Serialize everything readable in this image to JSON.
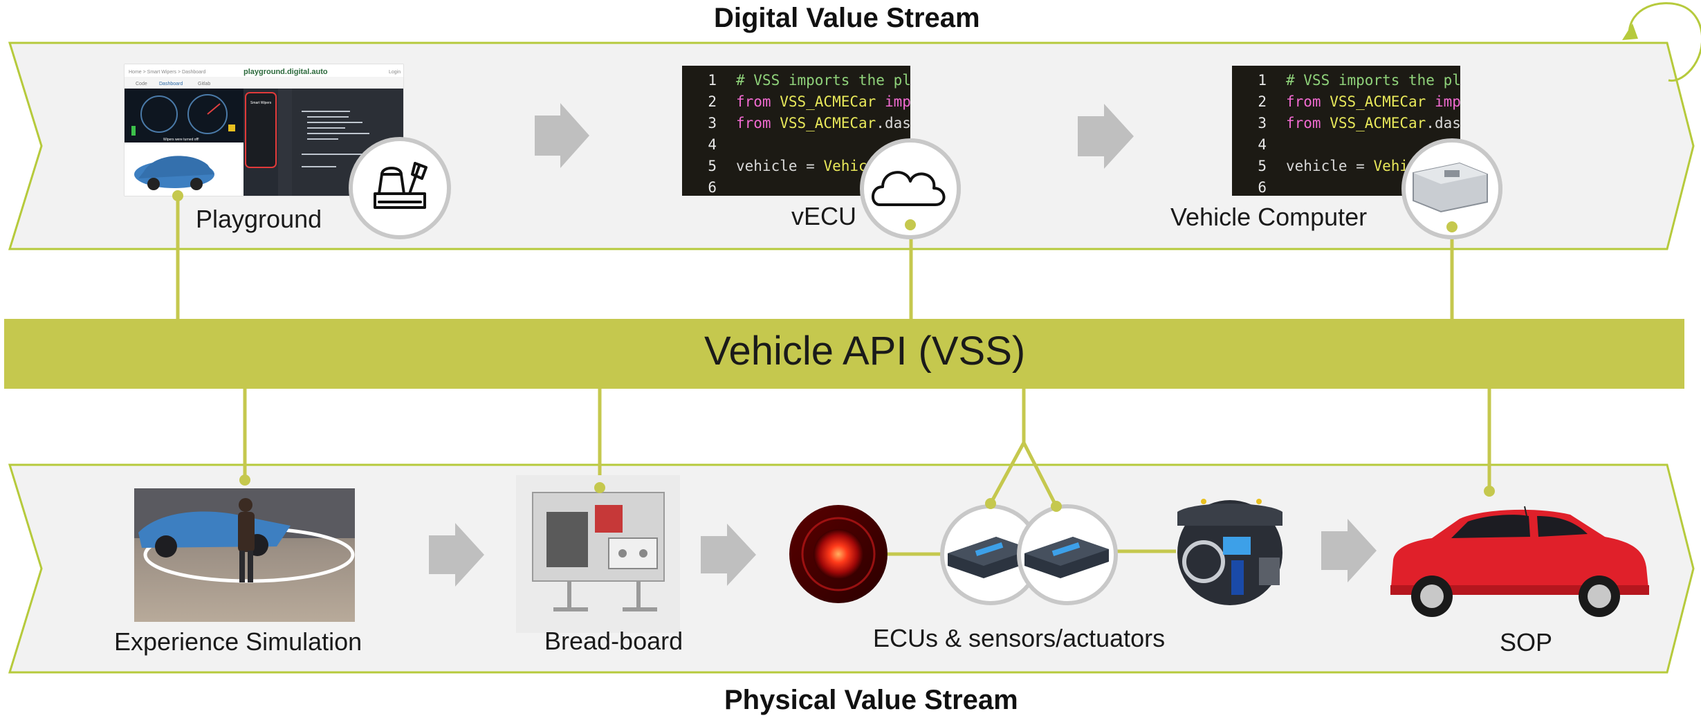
{
  "titles": {
    "digital": "Digital Value Stream",
    "physical": "Physical Value Stream"
  },
  "api_bar": {
    "label": "Vehicle API (VSS)"
  },
  "digital": {
    "playground": {
      "label": "Playground",
      "screenshot_url": "playground.digital.auto",
      "breadcrumb": "Home > Smart Wipers > Dashboard",
      "login": "Login",
      "tabs": [
        "Code",
        "Dashboard",
        "Gitlab"
      ],
      "phone_title": "Smart Wipers",
      "caption": "Wipers were turned off!"
    },
    "vecu": {
      "label": "vECU",
      "code": [
        {
          "n": "1",
          "a": "# VSS imports the pla",
          "b": "",
          "c": ""
        },
        {
          "n": "2",
          "a": "from ",
          "b": "VSS_ACMECar",
          "c": " impo"
        },
        {
          "n": "3",
          "a": "from ",
          "b": "VSS_ACMECar",
          "c": ".dash"
        },
        {
          "n": "4",
          "a": "",
          "b": "",
          "c": ""
        },
        {
          "n": "5",
          "a": "vehicle",
          "b": " = ",
          "c": "Vehic"
        },
        {
          "n": "6",
          "a": "",
          "b": "",
          "c": ""
        }
      ]
    },
    "vehicle_computer": {
      "label": "Vehicle Computer",
      "code": [
        {
          "n": "1",
          "a": "# VSS imports the pla",
          "b": "",
          "c": ""
        },
        {
          "n": "2",
          "a": "from ",
          "b": "VSS_ACMECar",
          "c": " impo"
        },
        {
          "n": "3",
          "a": "from ",
          "b": "VSS_ACMECar",
          "c": ".dash"
        },
        {
          "n": "4",
          "a": "",
          "b": "",
          "c": ""
        },
        {
          "n": "5",
          "a": "vehicle",
          "b": " = ",
          "c": "Vehi"
        },
        {
          "n": "6",
          "a": "",
          "b": "",
          "c": ""
        }
      ]
    }
  },
  "physical": {
    "experience_simulation": {
      "label": "Experience Simulation"
    },
    "bread_board": {
      "label": "Bread-board"
    },
    "ecus": {
      "label": "ECUs & sensors/actuators"
    },
    "sop": {
      "label": "SOP"
    }
  },
  "colors": {
    "accent": "#c5c84e",
    "band_fill": "#f2f2f2",
    "band_stroke": "#b6ca3c",
    "arrow": "#bfbfbf",
    "circle_ring": "#c8c8c8",
    "car_red": "#e0202a",
    "car_blue": "#3d7fc1"
  },
  "icons": [
    "sandbox-icon",
    "cloud-icon",
    "vehicle-computer-icon",
    "loop-arrow-icon",
    "process-arrow-icon"
  ]
}
